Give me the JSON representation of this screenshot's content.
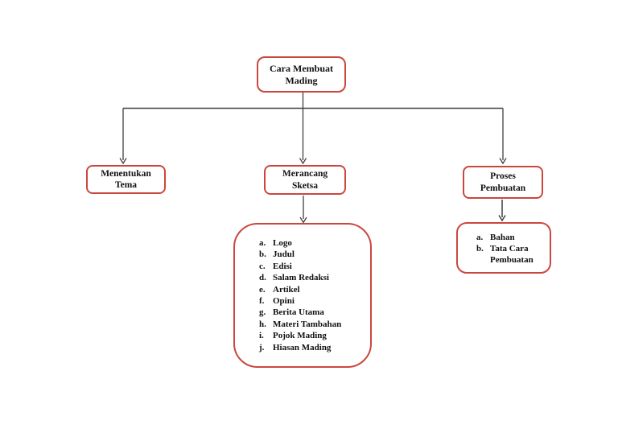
{
  "nodes": {
    "root": {
      "lines": [
        "Cara Membuat",
        "Mading"
      ]
    },
    "tema": {
      "lines": [
        "Menentukan",
        "Tema"
      ]
    },
    "sketsa": {
      "lines": [
        "Merancang",
        "Sketsa"
      ]
    },
    "proses": {
      "lines": [
        "Proses",
        "Pembuatan"
      ]
    }
  },
  "sketsa_items": [
    {
      "letter": "a.",
      "text": "Logo"
    },
    {
      "letter": "b.",
      "text": "Judul"
    },
    {
      "letter": "c.",
      "text": "Edisi"
    },
    {
      "letter": "d.",
      "text": "Salam Redaksi"
    },
    {
      "letter": "e.",
      "text": "Artikel"
    },
    {
      "letter": "f.",
      "text": "Opini"
    },
    {
      "letter": "g.",
      "text": "Berita Utama"
    },
    {
      "letter": "h.",
      "text": "Materi Tambahan"
    },
    {
      "letter": "i.",
      "text": "Pojok Mading"
    },
    {
      "letter": "j.",
      "text": "Hiasan Mading"
    }
  ],
  "proses_items": [
    {
      "letter": "a.",
      "text": "Bahan"
    },
    {
      "letter": "b.",
      "text": "Tata Cara Pembuatan"
    }
  ],
  "colors": {
    "box_border": "#cb473e",
    "connector": "#404040",
    "text_color": "#111111"
  }
}
